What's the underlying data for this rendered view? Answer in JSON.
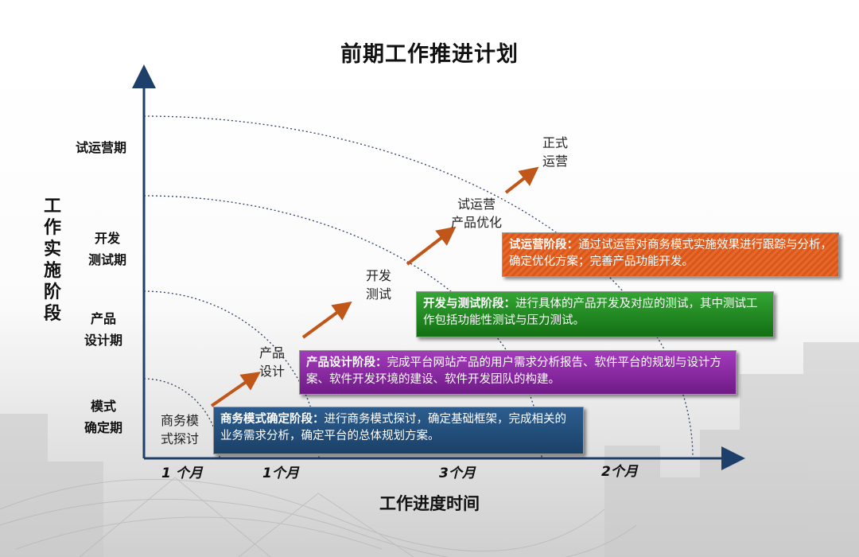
{
  "title": "前期工作推进计划",
  "y_axis": {
    "label_chars": [
      "工",
      "作",
      "实",
      "施",
      "阶",
      "段"
    ],
    "ticks": [
      {
        "lines": [
          "试运营期"
        ]
      },
      {
        "lines": [
          "开发",
          "测试期"
        ]
      },
      {
        "lines": [
          "产品",
          "设计期"
        ]
      },
      {
        "lines": [
          "模式",
          "确定期"
        ]
      }
    ]
  },
  "x_axis": {
    "label": "工作进度时间",
    "ticks": [
      "1 个月",
      "1个月",
      "3个月",
      "2个月"
    ]
  },
  "steps": [
    {
      "lines": [
        "商务模",
        "式探讨"
      ]
    },
    {
      "lines": [
        "产品",
        "设计"
      ]
    },
    {
      "lines": [
        "开发",
        "测试"
      ]
    },
    {
      "lines": [
        "试运营",
        "产品优化"
      ]
    },
    {
      "lines": [
        "正式",
        "运营"
      ]
    }
  ],
  "phases": [
    {
      "heading": "商务模式确定阶段：",
      "text": "进行商务模式探讨，确定基础框架，完成相关的业务需求分析，确定平台的总体规划方案。",
      "color": "#1f4e79"
    },
    {
      "heading": "产品设计阶段：",
      "text": "完成平台网站产品的用户需求分析报告、软件平台的规划与设计方案、软件开发环境的建设、软件开发团队的构建。",
      "color": "#8b1fa0"
    },
    {
      "heading": "开发与测试阶段：",
      "text": "进行具体的产品开发及对应的测试，其中测试工作包括功能性测试与压力测试。",
      "color": "#1d8a1d"
    },
    {
      "heading": "试运营阶段：",
      "text": "通过试运营对商务模式实施效果进行跟踪与分析，确定优化方案；完善产品功能开发。",
      "color": "#e2611f"
    }
  ],
  "colors": {
    "axis": "#1f3f6b",
    "arrow": "#c0561a",
    "arc": "#2b3f66"
  }
}
